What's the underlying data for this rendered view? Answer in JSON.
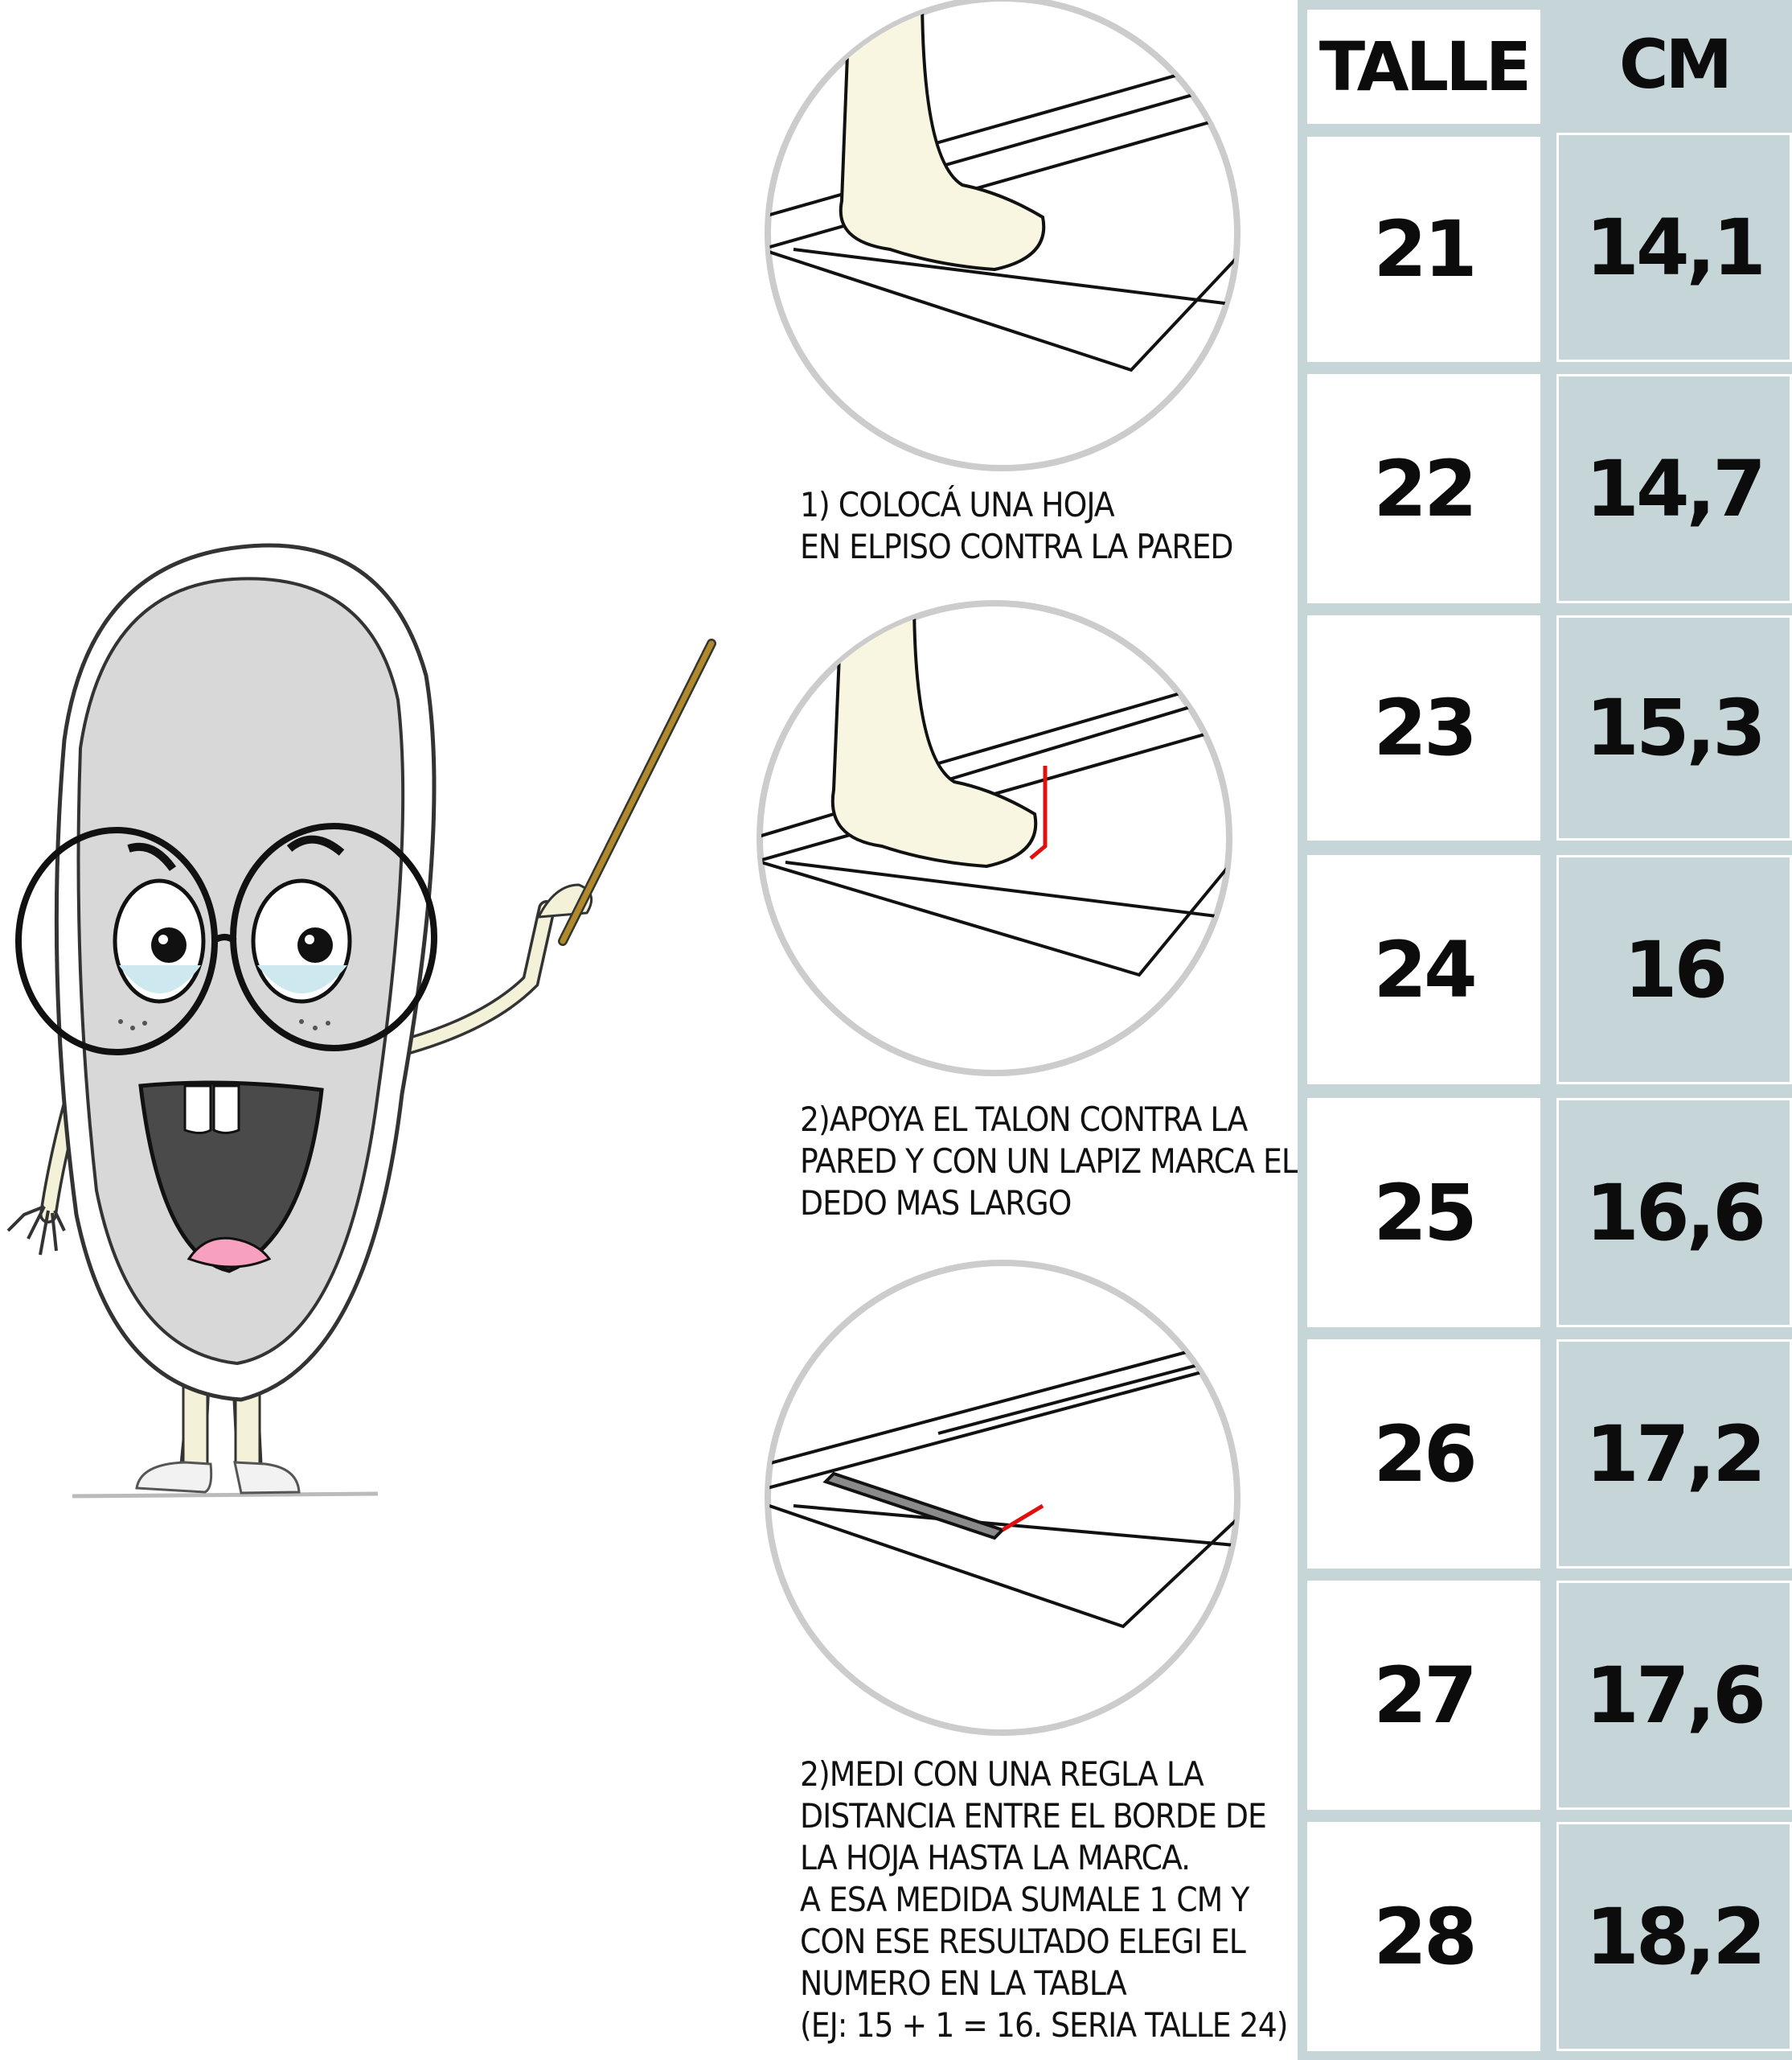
{
  "steps": [
    {
      "text": "1) COLOCÁ UNA HOJA\nEN ELPISO CONTRA LA PARED"
    },
    {
      "text": "2)APOYA  EL TALON CONTRA LA\nPARED Y CON UN LAPIZ MARCA EL\nDEDO MAS LARGO"
    },
    {
      "text": "2)MEDi CON UNA REGLA LA\nDiSTANCiA ENTRE EL BORDE DE\nLA HOJA HASTA LA MARCA.\nA ESA MEDiDA SUMALE 1 CM Y\nCON ESE RESULTADO ELEGi EL\nNUMERO EN LA TABLA\n(EJ: 15 + 1 = 16. SERiA TALLE 24)"
    }
  ],
  "table": {
    "headers": {
      "talle": "TALLE",
      "cm": "CM"
    },
    "rows": [
      {
        "talle": "21",
        "cm": "14,1"
      },
      {
        "talle": "22",
        "cm": "14,7"
      },
      {
        "talle": "23",
        "cm": "15,3"
      },
      {
        "talle": "24",
        "cm": "16"
      },
      {
        "talle": "25",
        "cm": "16,6"
      },
      {
        "talle": "26",
        "cm": "17,2"
      },
      {
        "talle": "27",
        "cm": "17,6"
      },
      {
        "talle": "28",
        "cm": "18,2"
      }
    ]
  },
  "colors": {
    "table_blue": "#c6d6d8",
    "mascot_face": "#d8d8d8",
    "mark_red": "#e01010",
    "pointer_brown": "#8a6a1a",
    "skin": "#f8f6e0"
  }
}
